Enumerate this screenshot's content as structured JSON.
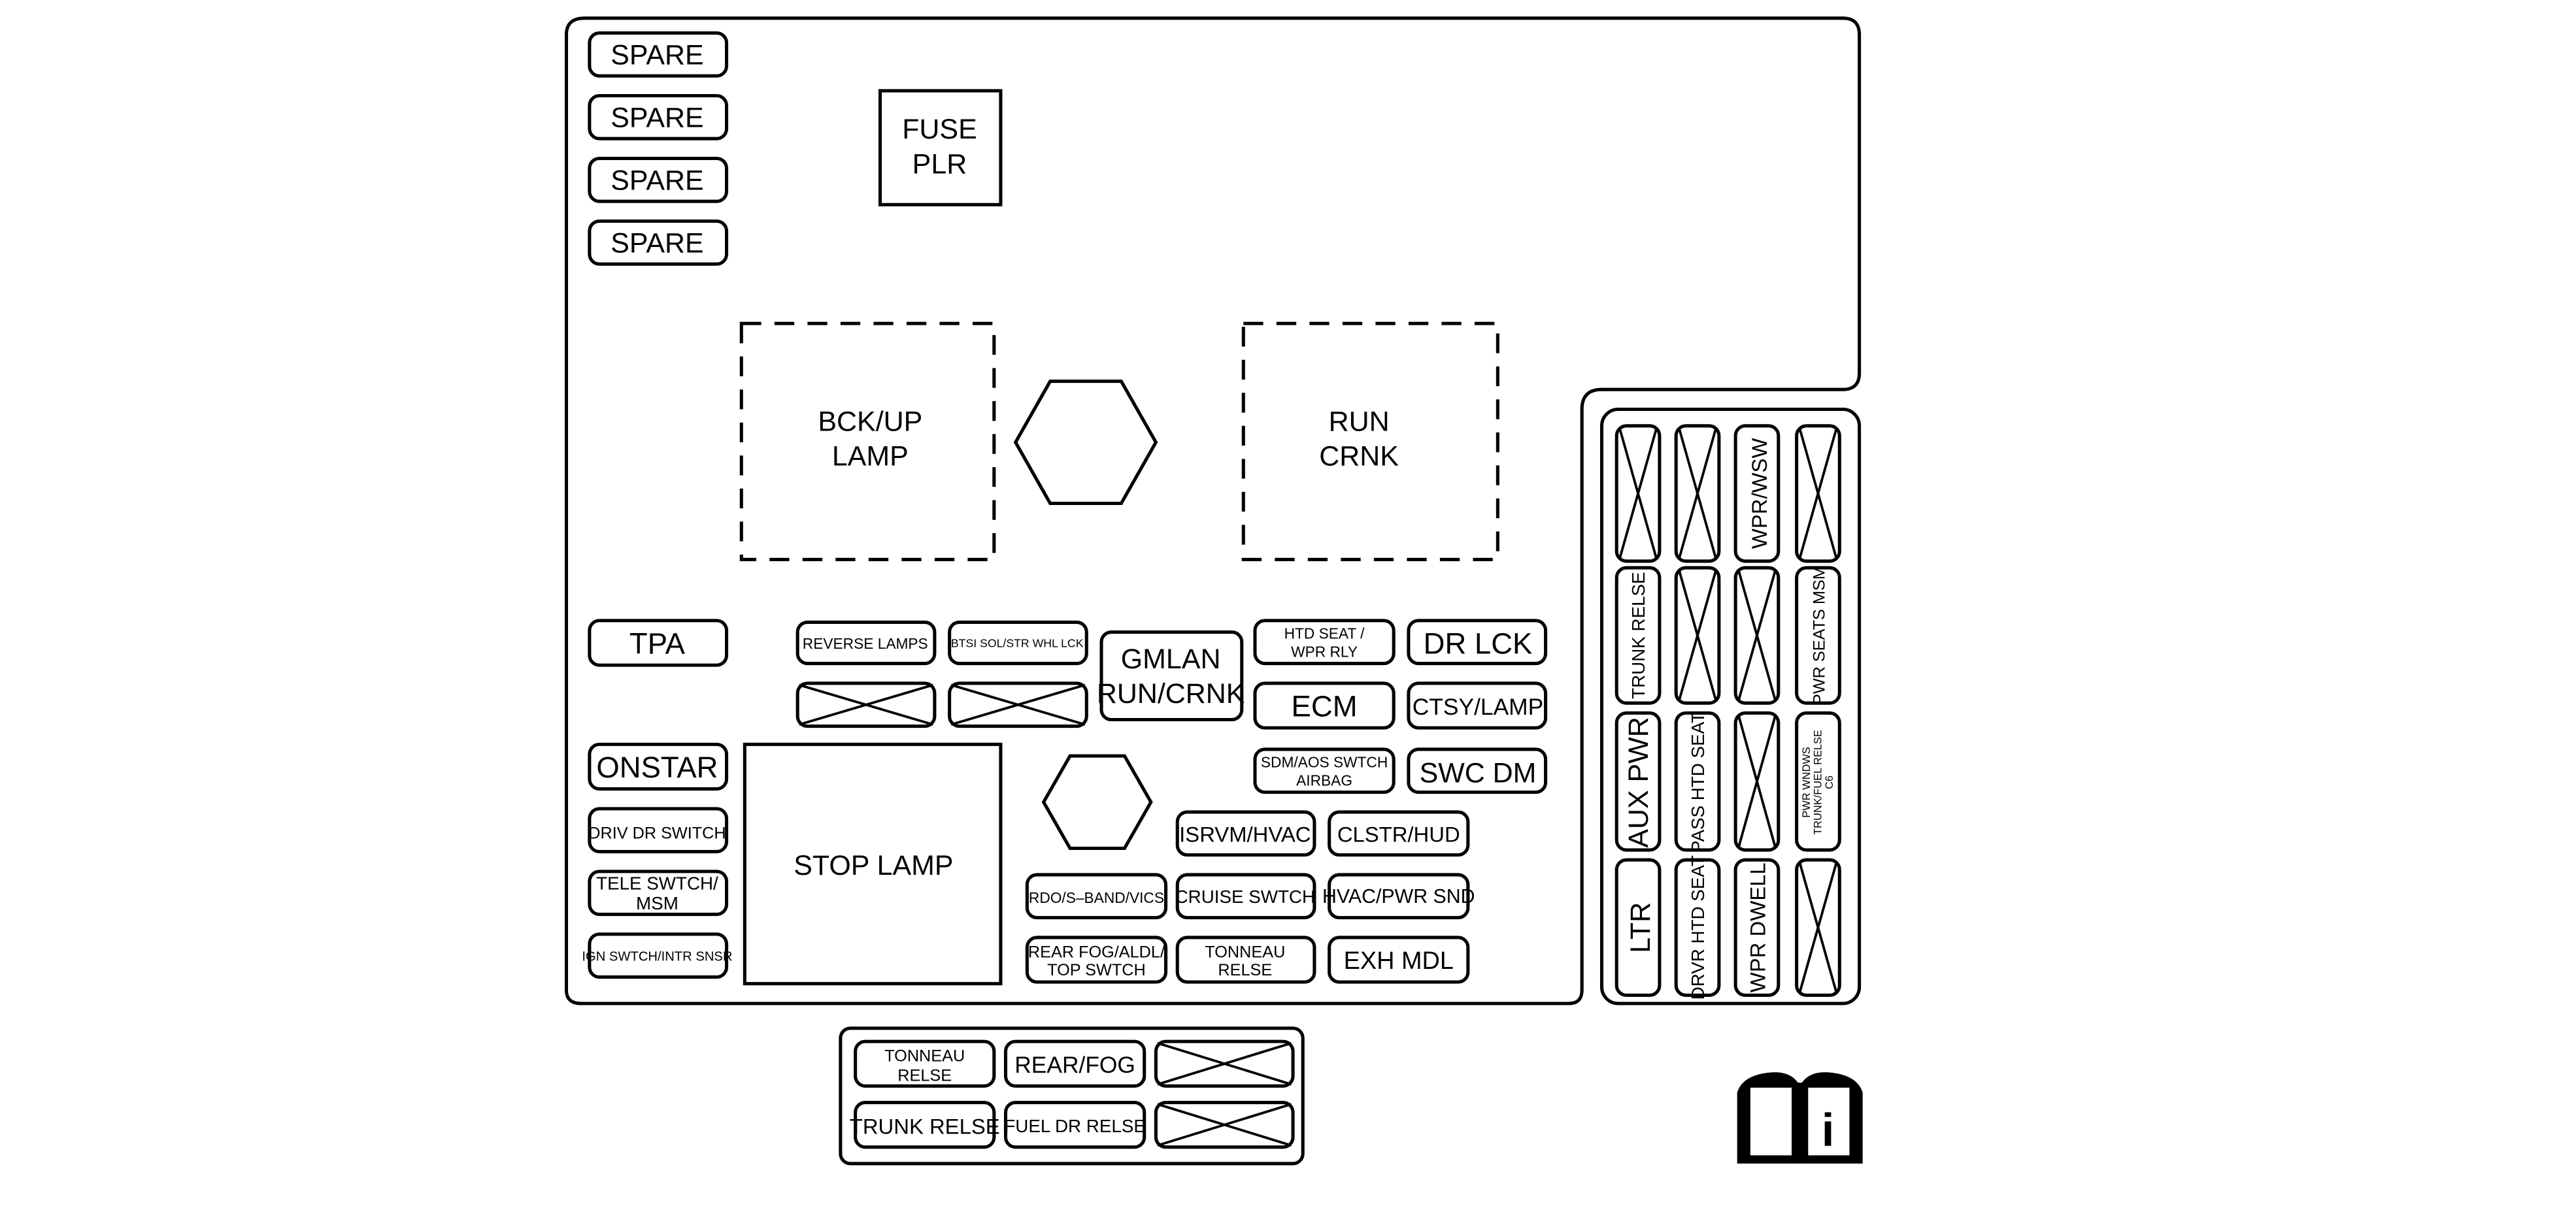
{
  "spare": [
    "SPARE",
    "SPARE",
    "SPARE",
    "SPARE"
  ],
  "fuse_plr": [
    "FUSE",
    "PLR"
  ],
  "relays": {
    "bckup": [
      "BCK/UP",
      "LAMP"
    ],
    "run_crnk": [
      "RUN",
      "CRNK"
    ],
    "stop_lamp": "STOP LAMP"
  },
  "left_column": {
    "tpa": "TPA",
    "onstar": "ONSTAR",
    "driv_dr_switch": "DRIV DR SWITCH",
    "tele_swtch": [
      "TELE SWTCH/",
      "MSM"
    ],
    "ign_swtch": "IGN SWTCH/INTR SNSR"
  },
  "center_upper": {
    "reverse_lamps": "REVERSE LAMPS",
    "btsi": "BTSI SOL/STR WHL LCK",
    "gmlan": [
      "GMLAN",
      "RUN/CRNK"
    ],
    "htd_seat": [
      "HTD SEAT /",
      "WPR RLY"
    ],
    "dr_lck": "DR LCK",
    "ecm": "ECM",
    "ctsy_lamp": "CTSY/LAMP",
    "sdm": [
      "SDM/AOS SWTCH",
      "AIRBAG"
    ],
    "swc_dm": "SWC DM"
  },
  "center_lower": {
    "isrvm": "ISRVM/HVAC",
    "clstr": "CLSTR/HUD",
    "rdo": "RDO/S–BAND/VICS",
    "cruise": "CRUISE SWTCH",
    "hvac_pwr": "HVAC/PWR SND",
    "rear_fog_aldl": [
      "REAR FOG/ALDL/",
      "TOP SWTCH"
    ],
    "tonneau_relse": [
      "TONNEAU",
      "RELSE"
    ],
    "exh_mdl": "EXH MDL"
  },
  "right_block": {
    "wpr_wsw": "WPR/WSW",
    "trunk_relse": "TRUNK RELSE",
    "pwr_seats_msm": "PWR SEATS MSM",
    "aux_pwr": "AUX PWR",
    "pass_htd_seat": "PASS HTD SEAT",
    "pwr_windows": [
      "PWR WNDWS",
      "TRUNK/FUEL RELSE",
      "C6"
    ],
    "ltr": "LTR",
    "drvr_htd_seat": "DRVR HTD SEAT",
    "wpr_dwell": "WPR DWELL"
  },
  "bottom_block": {
    "tonneau_relse": [
      "TONNEAU",
      "RELSE"
    ],
    "rear_fog": "REAR/FOG",
    "trunk_relse": "TRUNK RELSE",
    "fuel_dr_relse": "FUEL DR RELSE"
  },
  "info_icon_letter": "i"
}
